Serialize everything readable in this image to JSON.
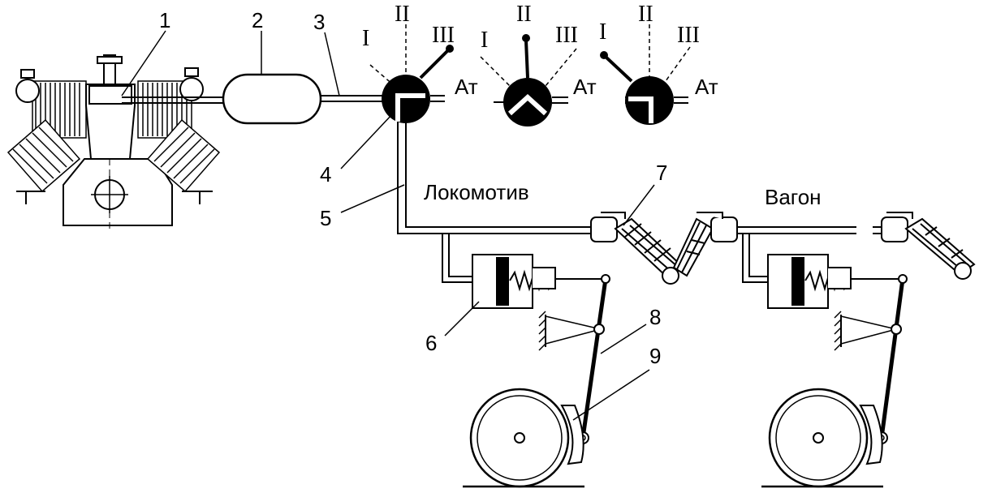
{
  "labels": {
    "n1": "1",
    "n2": "2",
    "n3": "3",
    "n4": "4",
    "n5": "5",
    "n6": "6",
    "n7": "7",
    "n8": "8",
    "n9": "9",
    "locomotive": "Локомотив",
    "wagon": "Вагон",
    "atm": "Ат",
    "pos_I": "I",
    "pos_II": "II",
    "pos_III": "III"
  }
}
